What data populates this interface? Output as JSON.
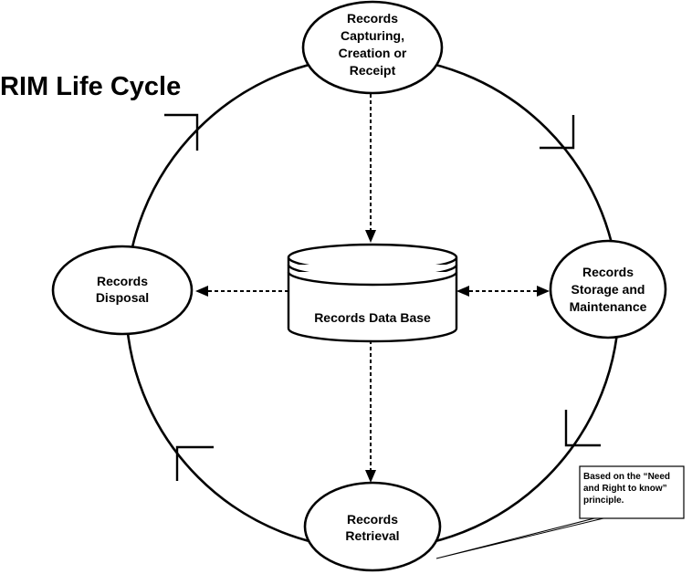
{
  "title": "RIM Life Cycle",
  "nodes": {
    "capture": [
      "Records",
      "Capturing,",
      "Creation or",
      "Receipt"
    ],
    "storage": [
      "Records",
      "Storage and",
      "Maintenance"
    ],
    "retrieval": [
      "Records",
      "Retrieval"
    ],
    "disposal": [
      "Records",
      "Disposal"
    ],
    "database": "Records Data Base"
  },
  "callout": [
    "Based on the “Need",
    "and Right to know”",
    "principle."
  ],
  "colors": {
    "stroke": "#000000",
    "background": "#ffffff"
  }
}
